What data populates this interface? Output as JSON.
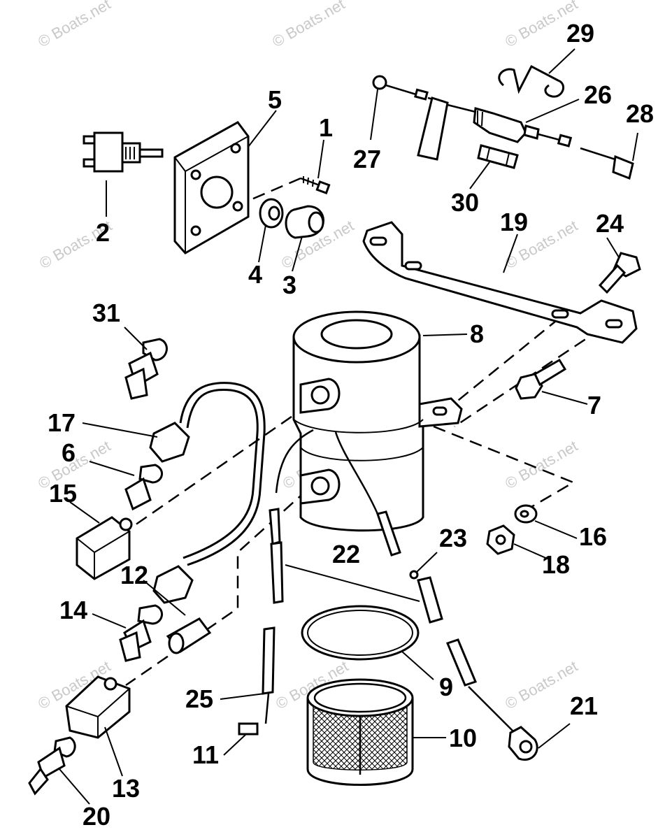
{
  "watermark": "© Boats.net",
  "labels": [
    "1",
    "2",
    "3",
    "4",
    "5",
    "6",
    "7",
    "8",
    "9",
    "10",
    "11",
    "12",
    "13",
    "14",
    "15",
    "16",
    "17",
    "18",
    "19",
    "20",
    "21",
    "22",
    "23",
    "24",
    "25",
    "26",
    "27",
    "28",
    "29",
    "30",
    "31"
  ],
  "parts": [
    {
      "number": "1",
      "icon": "screw-icon"
    },
    {
      "number": "2",
      "icon": "toggle-switch-icon"
    },
    {
      "number": "3",
      "icon": "boot-icon"
    },
    {
      "number": "4",
      "icon": "nut-icon"
    },
    {
      "number": "5",
      "icon": "plate-icon"
    },
    {
      "number": "6",
      "icon": "fitting-icon"
    },
    {
      "number": "7",
      "icon": "bolt-icon"
    },
    {
      "number": "8",
      "icon": "fuel-pump-icon"
    },
    {
      "number": "9",
      "icon": "o-ring-icon"
    },
    {
      "number": "10",
      "icon": "filter-screen-icon"
    },
    {
      "number": "11",
      "icon": "terminal-icon"
    },
    {
      "number": "12",
      "icon": "fitting-icon"
    },
    {
      "number": "13",
      "icon": "tee-block-icon"
    },
    {
      "number": "14",
      "icon": "fitting-icon"
    },
    {
      "number": "15",
      "icon": "elbow-block-icon"
    },
    {
      "number": "16",
      "icon": "washer-icon"
    },
    {
      "number": "17",
      "icon": "fuel-line-icon"
    },
    {
      "number": "18",
      "icon": "nut-icon"
    },
    {
      "number": "19",
      "icon": "bracket-icon"
    },
    {
      "number": "20",
      "icon": "fitting-icon"
    },
    {
      "number": "21",
      "icon": "ring-terminal-icon"
    },
    {
      "number": "22",
      "icon": "wire-lead-icon"
    },
    {
      "number": "23",
      "icon": "connector-icon"
    },
    {
      "number": "24",
      "icon": "bolt-icon"
    },
    {
      "number": "25",
      "icon": "wire-lead-icon"
    },
    {
      "number": "26",
      "icon": "fuse-holder-icon"
    },
    {
      "number": "27",
      "icon": "ring-terminal-icon"
    },
    {
      "number": "28",
      "icon": "terminal-icon"
    },
    {
      "number": "29",
      "icon": "clip-icon"
    },
    {
      "number": "30",
      "icon": "fuse-icon"
    },
    {
      "number": "31",
      "icon": "fitting-icon"
    }
  ]
}
